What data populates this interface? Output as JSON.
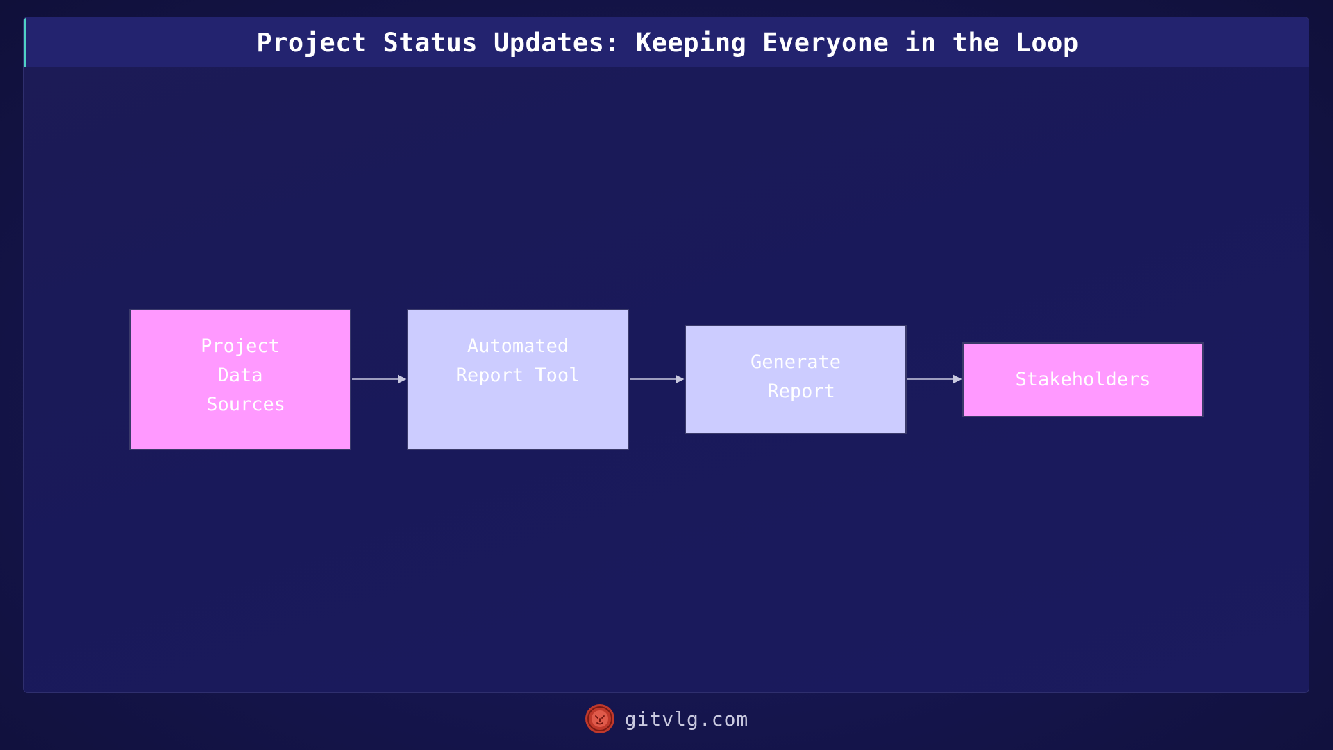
{
  "title": "Project Status Updates: Keeping Everyone in the Loop",
  "nodes": [
    {
      "id": "data-sources",
      "lines": [
        "Project",
        "Data",
        " Sources"
      ],
      "color": "#ff99ff"
    },
    {
      "id": "report-tool",
      "lines": [
        "Automated",
        "Report Tool"
      ],
      "color": "#ccccff"
    },
    {
      "id": "generate-report",
      "lines": [
        "Generate",
        " Report"
      ],
      "color": "#ccccff"
    },
    {
      "id": "stakeholders",
      "lines": [
        "Stakeholders"
      ],
      "color": "#ff99ff"
    }
  ],
  "edges": [
    {
      "from": "data-sources",
      "to": "report-tool"
    },
    {
      "from": "report-tool",
      "to": "generate-report"
    },
    {
      "from": "generate-report",
      "to": "stakeholders"
    }
  ],
  "footer": {
    "site": "gitvlg.com",
    "logo_icon": "lion-logo-icon"
  },
  "colors": {
    "accent": "#4fd1c5",
    "title_bar": "#23236f",
    "arrow": "#c9c9df"
  }
}
